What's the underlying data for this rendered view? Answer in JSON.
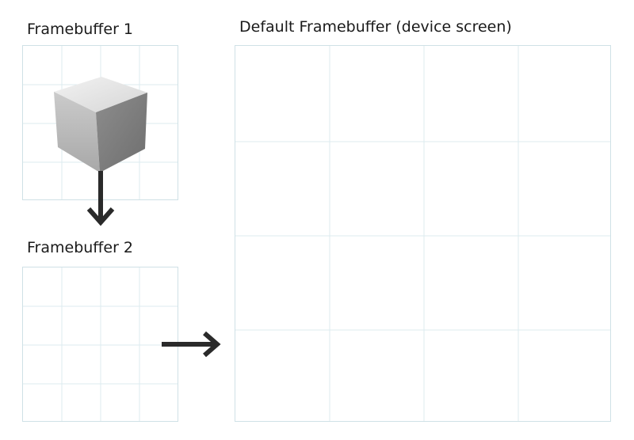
{
  "labels": {
    "framebuffer_1": "Framebuffer 1",
    "framebuffer_2": "Framebuffer 2",
    "default_framebuffer": "Default Framebuffer (device screen)"
  },
  "colors": {
    "grid_line": "#dcebef",
    "frame_border": "#cfe1e6",
    "arrow": "#2a2a2a",
    "cube_top": "#e4e4e4",
    "cube_left": "#b9b9b9",
    "cube_right": "#7f7f7f"
  },
  "icons": {
    "cube": "cube-icon",
    "arrow_down": "arrow-down-icon",
    "arrow_right": "arrow-right-icon"
  }
}
